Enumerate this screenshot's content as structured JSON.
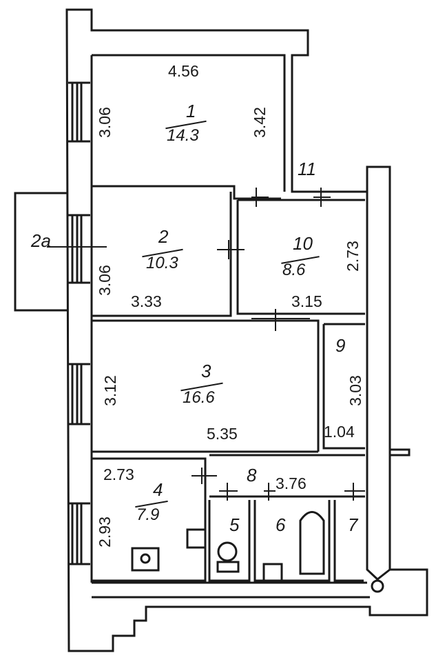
{
  "plan": {
    "colors": {
      "wall": "#1a1a1a",
      "background": "#ffffff"
    },
    "rooms": [
      {
        "number": "1",
        "area": "14.3",
        "width": "4.56",
        "height_left": "3.06",
        "height_right": "3.42"
      },
      {
        "number": "2",
        "area": "10.3",
        "width": "3.33",
        "height": "3.06"
      },
      {
        "number": "2a"
      },
      {
        "number": "3",
        "area": "16.6",
        "width": "5.35",
        "height": "3.12"
      },
      {
        "number": "4",
        "area": "7.9",
        "width": "2.73",
        "height": "2.93"
      },
      {
        "number": "5"
      },
      {
        "number": "6"
      },
      {
        "number": "7"
      },
      {
        "number": "8",
        "length": "3.76"
      },
      {
        "number": "9",
        "height": "3.03",
        "width": "1.04"
      },
      {
        "number": "10",
        "area": "8.6",
        "width": "3.15",
        "height": "2.73"
      },
      {
        "number": "11"
      }
    ]
  }
}
